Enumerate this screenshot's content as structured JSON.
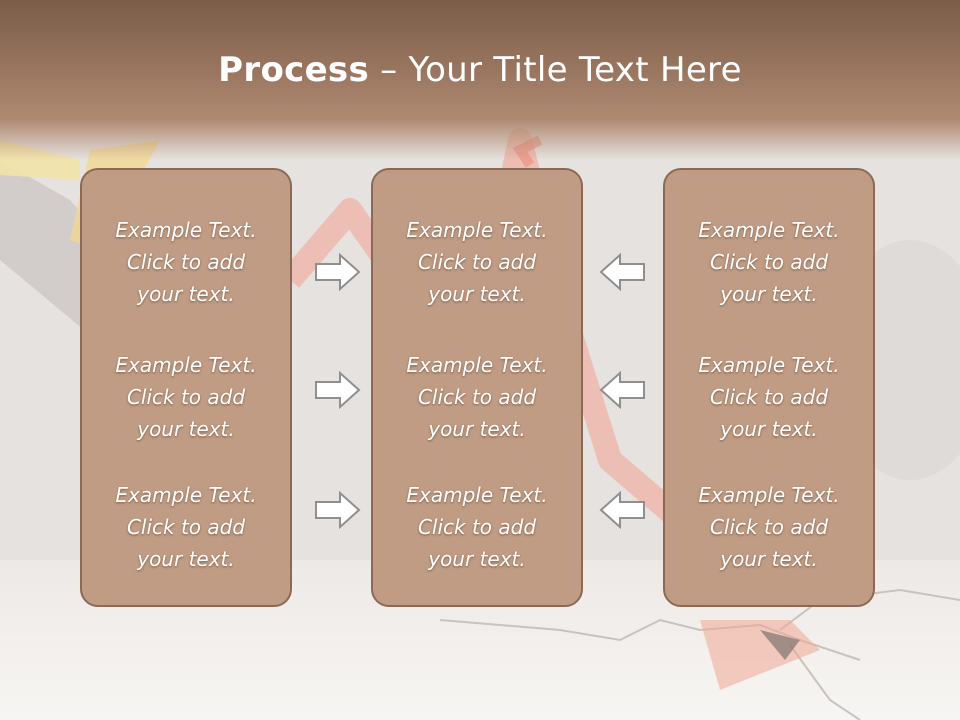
{
  "slide": {
    "title_bold": "Process",
    "title_rest": " – Your Title Text Here"
  },
  "columns": [
    {
      "items": [
        {
          "line1": "Example Text.",
          "line2": "Click  to add",
          "line3": "your text."
        },
        {
          "line1": "Example Text.",
          "line2": "Click  to add",
          "line3": "your text."
        },
        {
          "line1": "Example Text.",
          "line2": "Click  to add",
          "line3": "your text."
        }
      ]
    },
    {
      "items": [
        {
          "line1": "Example Text.",
          "line2": "Click  to add",
          "line3": "your text."
        },
        {
          "line1": "Example Text.",
          "line2": "Click  to add",
          "line3": "your text."
        },
        {
          "line1": "Example Text.",
          "line2": "Click  to add",
          "line3": "your text."
        }
      ]
    },
    {
      "items": [
        {
          "line1": "Example Text.",
          "line2": "Click  to add",
          "line3": "your text."
        },
        {
          "line1": "Example Text.",
          "line2": "Click  to add",
          "line3": "your text."
        },
        {
          "line1": "Example Text.",
          "line2": "Click  to add",
          "line3": "your text."
        }
      ]
    }
  ],
  "arrows": {
    "left_group": [
      "arrow-right-icon",
      "arrow-right-icon",
      "arrow-right-icon"
    ],
    "right_group": [
      "arrow-left-icon",
      "arrow-left-icon",
      "arrow-left-icon"
    ]
  },
  "colors": {
    "title_band": "#8b6a55",
    "panel_fill": "#c09c84",
    "panel_border": "#8a6a57",
    "text": "#ffffff",
    "accent_red": "#e8604a"
  }
}
